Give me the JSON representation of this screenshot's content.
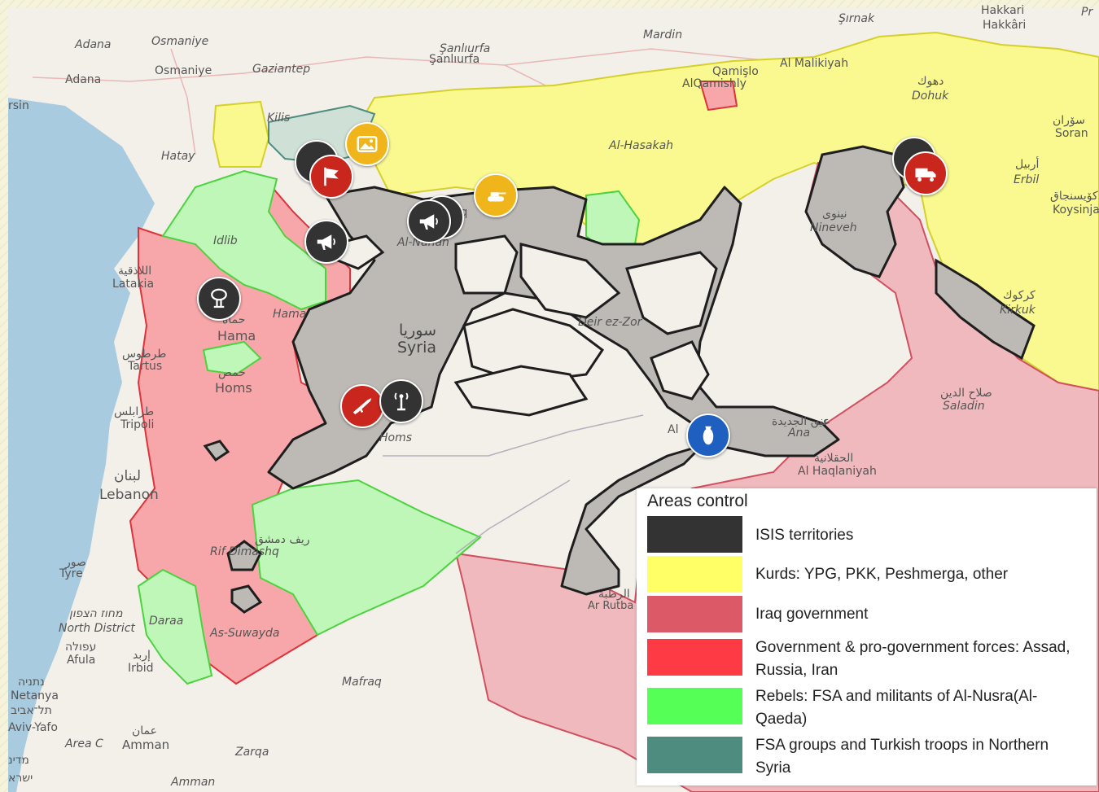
{
  "legend": {
    "title": "Areas control",
    "items": [
      {
        "color": "#333333",
        "label": "ISIS territories"
      },
      {
        "color": "#ffff66",
        "label": "Kurds: YPG, PKK, Peshmerga, other"
      },
      {
        "color": "#dc5a68",
        "label": "Iraq government"
      },
      {
        "color": "#fe3b45",
        "label": "Government & pro-government forces: Assad, Russia, Iran"
      },
      {
        "color": "#55ff55",
        "label": "Rebels: FSA and militants of Al-Nusra(Al-Qaeda)"
      },
      {
        "color": "#4f8c80",
        "label": "FSA groups and Turkish troops in Northern Syria"
      }
    ]
  },
  "places": {
    "adana1": "Adana",
    "adana2": "Adana",
    "osmaniye1": "Osmaniye",
    "osmaniye2": "Osmaniye",
    "gaziantep": "Gaziantep",
    "sanliurfa1": "Şanlıurfa",
    "sanliurfa2": "Şanlıurfa",
    "mardin": "Mardin",
    "sirnak": "Şırnak",
    "hakkari1": "Hakkari",
    "hakkari2": "Hakkâri",
    "qamishli1": "Qamişlo",
    "qamishli2": "AlQamishly",
    "malikiyah": "Al Malikiyah",
    "dohuk_ar": "دهوك",
    "dohuk": "Dohuk",
    "soran_ar": "سۆران",
    "soran": "Soran",
    "erbil_ar": "أربيل",
    "erbil": "Erbil",
    "koysinjaq_ar": "كۆیسنجاق",
    "koysinjaq": "Koysinjaq",
    "kilis": "Kilis",
    "hatay": "Hatay",
    "rsin": "rsin",
    "alhasakah": "Al-Hasakah",
    "idlib": "Idlib",
    "latakia_ar": "اللاذقية",
    "latakia": "Latakia",
    "hama_ar": "حماة",
    "hama": "Hama",
    "hama2": "Hama",
    "syria_ar": "سوريا",
    "syria": "Syria",
    "tartus_ar": "طرطوس",
    "tartus": "Tartus",
    "homs_ar": "حمص",
    "homs": "Homs",
    "homs2": "Homs",
    "tripoli_ar": "طرابلس",
    "tripoli": "Tripoli",
    "lebanon_ar": "لبنان",
    "lebanon": "Lebanon",
    "deirezzor": "Deir ez-Zor",
    "nineveh_ar": "نينوى",
    "nineveh": "Nineveh",
    "kirkuk_ar": "كركوك",
    "kirkuk": "Kirkuk",
    "saladin_ar": "صلاح الدين",
    "saladin": "Saladin",
    "ana_ar": "عنه",
    "ana": "Ana",
    "haqlaniyah_ar": "الحقلانية",
    "haqlaniyah": "Al Haqlaniyah",
    "newjadidah": "عين الجديدة",
    "alqaim": "Al",
    "rifdimashq_ar": "ريف دمشق",
    "rifdimashq": "Rif Dimashq",
    "tyre_ar": "صور",
    "tyre": "Tyre",
    "north_he": "מחוז הצפון",
    "north": "North District",
    "afula_he": "עפולה",
    "afula": "Afula",
    "irbid_ar": "إربد",
    "irbid": "Irbid",
    "daraa": "Daraa",
    "assuwayda": "As-Suwayda",
    "mafraq": "Mafraq",
    "netanya_he": "נתניה",
    "netanya": "Netanya",
    "telaviv_he": "תל־אביב",
    "telaviv": "Aviv-Yafo",
    "areac": "Area C",
    "amman_ar": "عمان",
    "amman": "Amman",
    "amman2": "Amman",
    "zarqa": "Zarqa",
    "medina_he": "מדינ",
    "yisrael_he": "ישרא",
    "arrutbah_ar": "الرطبة",
    "arrutbah": "Ar Rutba",
    "alnahan": "Al-Nahan",
    "raqqa": "aqq",
    "pr": "Pr",
    "ar": "Al"
  },
  "markers": [
    {
      "name": "flag-marker",
      "icon": "flag-icon"
    },
    {
      "name": "photo-marker",
      "icon": "image-icon"
    },
    {
      "name": "megaphone-marker-aleppo",
      "icon": "megaphone-icon"
    },
    {
      "name": "megaphone-marker-raqqa",
      "icon": "megaphone-icon"
    },
    {
      "name": "tank-marker",
      "icon": "tank-icon"
    },
    {
      "name": "explosion-marker",
      "icon": "explosion-icon"
    },
    {
      "name": "rifle-marker",
      "icon": "rifle-icon"
    },
    {
      "name": "antenna-marker",
      "icon": "antenna-icon"
    },
    {
      "name": "truck-marker",
      "icon": "truck-icon"
    },
    {
      "name": "bomb-marker",
      "icon": "bomb-icon"
    }
  ]
}
